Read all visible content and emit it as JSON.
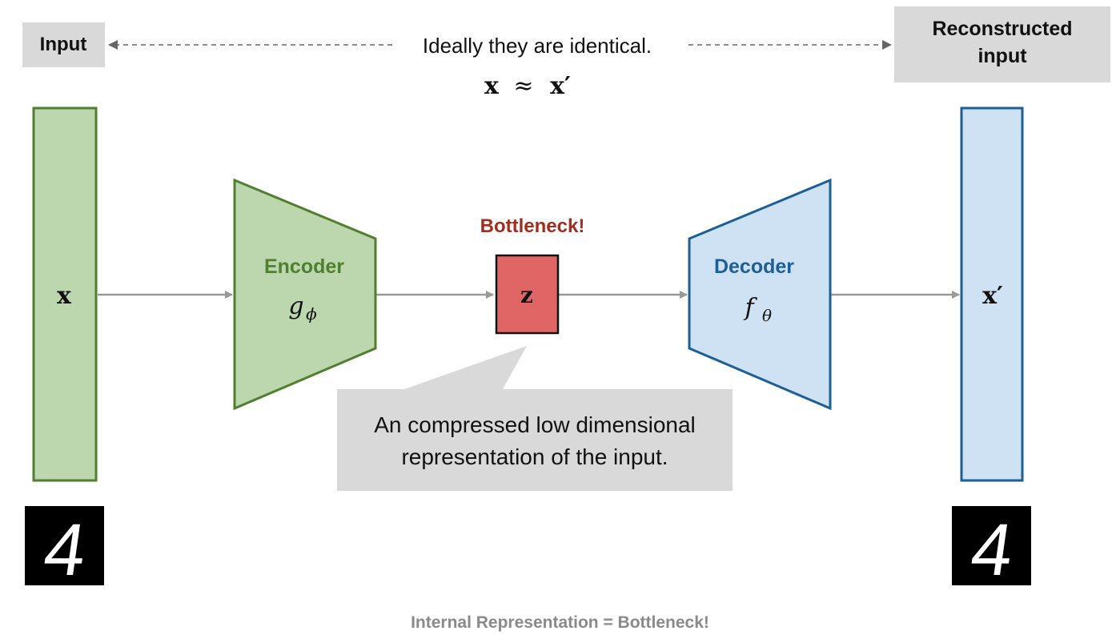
{
  "labels": {
    "input": "Input",
    "reconstructed_line1": "Reconstructed",
    "reconstructed_line2": "input",
    "identical_note": "Ideally they are identical.",
    "approx_left": "x",
    "approx_sym": "≈",
    "approx_right": "x′",
    "x_var": "x",
    "x_prime_var": "x′",
    "encoder": "Encoder",
    "encoder_fn": "g",
    "encoder_sub": "ϕ",
    "bottleneck": "Bottleneck!",
    "z_var": "z",
    "decoder": "Decoder",
    "decoder_fn": "f",
    "decoder_sub": "θ",
    "callout_line1": "An compressed low dimensional",
    "callout_line2": "representation of the input."
  },
  "digits": {
    "input": "4",
    "output": "4"
  },
  "caption": "Internal Representation = Bottleneck!",
  "colors": {
    "input_fill": "#bcd6ad",
    "input_stroke": "#4f7f2f",
    "output_fill": "#cfe2f3",
    "output_stroke": "#1c5f96",
    "z_fill": "#e06666",
    "bottleneck_text": "#a32d1f",
    "encoder_text": "#4f7f2f",
    "decoder_text": "#1c5f96",
    "gray_box": "#d9d9d9",
    "arrow": "#999999"
  }
}
